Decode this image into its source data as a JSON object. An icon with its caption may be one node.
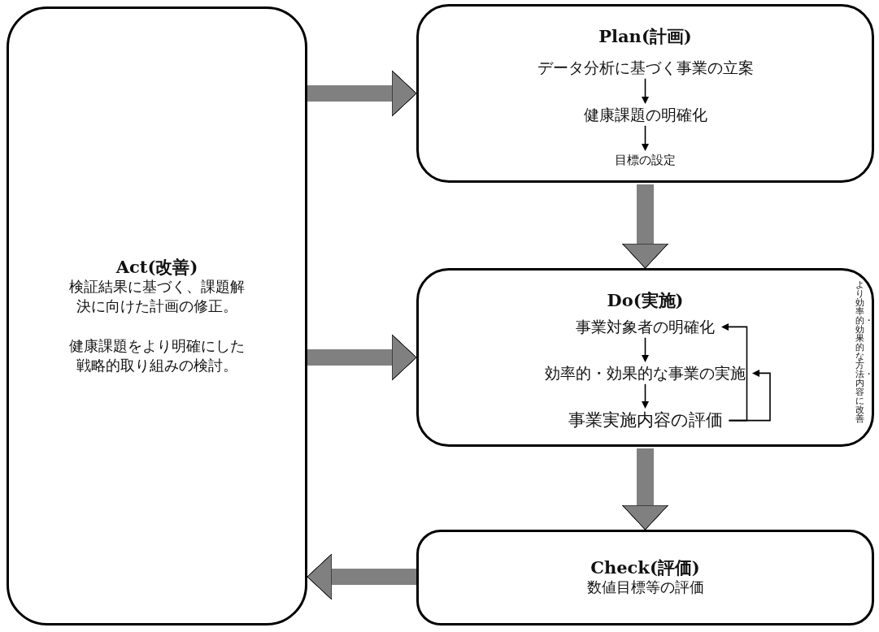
{
  "diagram": {
    "nodes": [
      {
        "text": [
          "Act(改善)",
          "検証結果に基づく、課題解決に向けた計画の修正。",
          "健康課題をより明確にした戦略的取り組みの検討。"
        ]
      },
      {
        "text": [
          "Plan(計画)"
        ]
      },
      {
        "text": [
          "データ分析に基づく事業の立案"
        ],
        "in": 1
      },
      {
        "text": [
          "健康課題の明確化"
        ],
        "in": 1
      },
      {
        "text": [
          "目標の設定"
        ],
        "in": 1
      },
      {
        "text": [
          "Do(実施)"
        ],
        "beside": [
          "より効率的・効果的な方法・内容に改善"
        ]
      },
      {
        "text": [
          "事業対象者の明確化"
        ],
        "in": 5
      },
      {
        "text": [
          "効率的・効果的な事業の実施"
        ],
        "in": 5
      },
      {
        "text": [
          "事業実施内容の評価"
        ],
        "in": 5
      },
      {
        "text": [
          "Check(評価)",
          "数値目標等の評価"
        ]
      }
    ],
    "edges": [
      {
        "from": 0,
        "to": 1,
        "arrow": "to",
        "style": "thick",
        "color": "#808080"
      },
      {
        "from": 0,
        "to": 5,
        "arrow": "to",
        "style": "thick",
        "color": "#808080"
      },
      {
        "from": 1,
        "to": 5,
        "arrow": "to",
        "style": "thick",
        "color": "#808080"
      },
      {
        "from": 5,
        "to": 9,
        "arrow": "to",
        "style": "thick",
        "color": "#808080"
      },
      {
        "from": 9,
        "to": 0,
        "arrow": "to",
        "style": "thick",
        "color": "#808080"
      },
      {
        "from": 2,
        "to": 3,
        "arrow": "to"
      },
      {
        "from": 3,
        "to": 4,
        "arrow": "to"
      },
      {
        "from": 6,
        "to": 7,
        "arrow": "to"
      },
      {
        "from": 7,
        "to": 8,
        "arrow": "to"
      },
      {
        "from": 8,
        "to": 6,
        "arrow": "to"
      },
      {
        "from": 8,
        "to": 7,
        "arrow": "to"
      }
    ]
  }
}
